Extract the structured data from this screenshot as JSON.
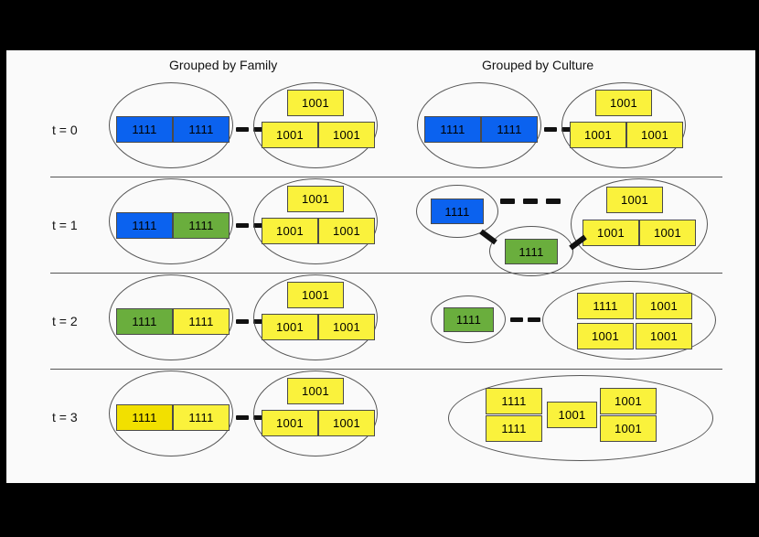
{
  "figure": {
    "background": "#fafafa",
    "border_color": "#000000",
    "columns": [
      {
        "id": "family",
        "title": "Grouped by Family"
      },
      {
        "id": "culture",
        "title": "Grouped by Culture"
      }
    ],
    "palette": {
      "blue": "#0b62ef",
      "green": "#6aae3d",
      "yellow": "#faf23c",
      "gold": "#f2e000",
      "ellipse_stroke": "#555555",
      "tile_stroke": "#4a4a4a",
      "link": "#111111"
    },
    "tile_values": {
      "ones": "1111",
      "mixed": "1001"
    }
  },
  "rows": [
    {
      "label": "t = 0",
      "family": {
        "groups": [
          {
            "tiles": [
              {
                "v": "1111",
                "c": "blue"
              },
              {
                "v": "1111",
                "c": "blue"
              }
            ]
          },
          {
            "tiles": [
              {
                "v": "1001",
                "c": "yellow"
              },
              {
                "v": "1001",
                "c": "yellow"
              },
              {
                "v": "1001",
                "c": "yellow"
              }
            ]
          }
        ],
        "links": [
          {
            "from": 0,
            "to": 1,
            "style": "dashed"
          }
        ]
      },
      "culture": {
        "groups": [
          {
            "tiles": [
              {
                "v": "1111",
                "c": "blue"
              },
              {
                "v": "1111",
                "c": "blue"
              }
            ]
          },
          {
            "tiles": [
              {
                "v": "1001",
                "c": "yellow"
              },
              {
                "v": "1001",
                "c": "yellow"
              },
              {
                "v": "1001",
                "c": "yellow"
              }
            ]
          }
        ],
        "links": [
          {
            "from": 0,
            "to": 1,
            "style": "dashed"
          }
        ]
      }
    },
    {
      "label": "t = 1",
      "family": {
        "groups": [
          {
            "tiles": [
              {
                "v": "1111",
                "c": "blue"
              },
              {
                "v": "1111",
                "c": "green"
              }
            ]
          },
          {
            "tiles": [
              {
                "v": "1001",
                "c": "yellow"
              },
              {
                "v": "1001",
                "c": "yellow"
              },
              {
                "v": "1001",
                "c": "yellow"
              }
            ]
          }
        ],
        "links": [
          {
            "from": 0,
            "to": 1,
            "style": "dashed"
          }
        ]
      },
      "culture": {
        "groups": [
          {
            "tiles": [
              {
                "v": "1111",
                "c": "blue"
              }
            ]
          },
          {
            "tiles": [
              {
                "v": "1111",
                "c": "green"
              }
            ]
          },
          {
            "tiles": [
              {
                "v": "1001",
                "c": "yellow"
              },
              {
                "v": "1001",
                "c": "yellow"
              },
              {
                "v": "1001",
                "c": "yellow"
              }
            ]
          }
        ],
        "links": [
          {
            "from": 0,
            "to": 2,
            "style": "dashed"
          },
          {
            "from": 0,
            "to": 1,
            "style": "dashed"
          },
          {
            "from": 1,
            "to": 2,
            "style": "dashed"
          }
        ]
      }
    },
    {
      "label": "t = 2",
      "family": {
        "groups": [
          {
            "tiles": [
              {
                "v": "1111",
                "c": "green"
              },
              {
                "v": "1111",
                "c": "yellow"
              }
            ]
          },
          {
            "tiles": [
              {
                "v": "1001",
                "c": "yellow"
              },
              {
                "v": "1001",
                "c": "yellow"
              },
              {
                "v": "1001",
                "c": "yellow"
              }
            ]
          }
        ],
        "links": [
          {
            "from": 0,
            "to": 1,
            "style": "dashed"
          }
        ]
      },
      "culture": {
        "groups": [
          {
            "tiles": [
              {
                "v": "1111",
                "c": "green"
              }
            ]
          },
          {
            "tiles": [
              {
                "v": "1111",
                "c": "yellow"
              },
              {
                "v": "1001",
                "c": "yellow"
              },
              {
                "v": "1001",
                "c": "yellow"
              },
              {
                "v": "1001",
                "c": "yellow"
              }
            ]
          }
        ],
        "links": [
          {
            "from": 0,
            "to": 1,
            "style": "dashed"
          }
        ]
      }
    },
    {
      "label": "t = 3",
      "family": {
        "groups": [
          {
            "tiles": [
              {
                "v": "1111",
                "c": "gold"
              },
              {
                "v": "1111",
                "c": "yellow"
              }
            ]
          },
          {
            "tiles": [
              {
                "v": "1001",
                "c": "yellow"
              },
              {
                "v": "1001",
                "c": "yellow"
              },
              {
                "v": "1001",
                "c": "yellow"
              }
            ]
          }
        ],
        "links": [
          {
            "from": 0,
            "to": 1,
            "style": "dashed"
          }
        ]
      },
      "culture": {
        "groups": [
          {
            "tiles": [
              {
                "v": "1111",
                "c": "yellow"
              },
              {
                "v": "1111",
                "c": "yellow"
              },
              {
                "v": "1001",
                "c": "yellow"
              },
              {
                "v": "1001",
                "c": "yellow"
              },
              {
                "v": "1001",
                "c": "yellow"
              }
            ]
          }
        ],
        "links": []
      }
    }
  ]
}
